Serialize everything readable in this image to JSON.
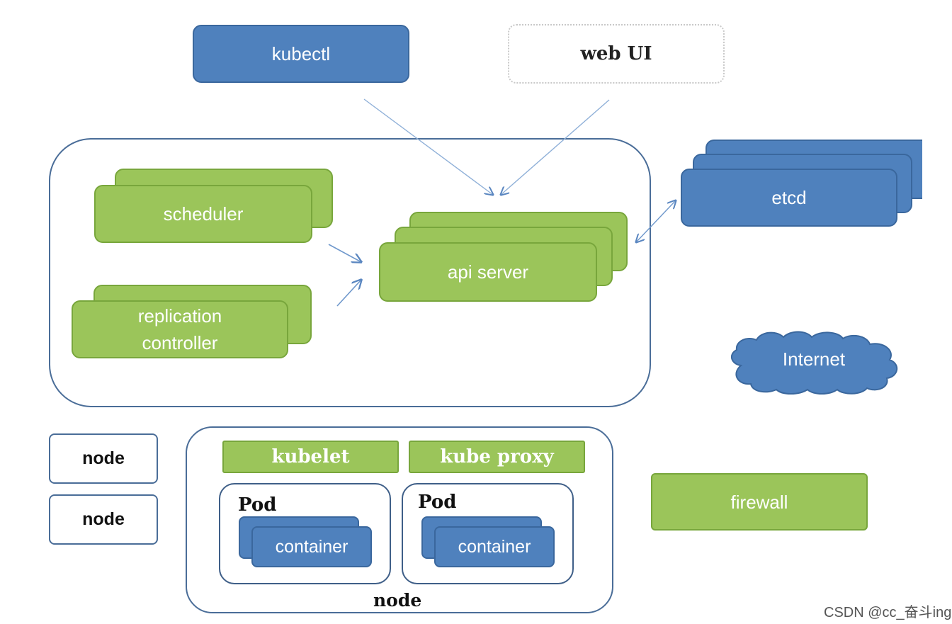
{
  "labels": {
    "kubectl": "kubectl",
    "web_ui": "web UI",
    "scheduler": "scheduler",
    "replication_line1": "replication",
    "replication_line2": "controller",
    "api_server": "api server",
    "etcd": "etcd",
    "internet": "Internet",
    "node_1": "node",
    "node_2": "node",
    "kubelet": "kubelet",
    "kube_proxy": "kube proxy",
    "pod_1": "Pod",
    "pod_2": "Pod",
    "container_1": "container",
    "container_2": "container",
    "node_main": "node",
    "firewall": "firewall"
  },
  "watermark": "CSDN @cc_奋斗ing",
  "colors": {
    "blue": "#4f81bd",
    "green": "#9bc55a",
    "outline": "#4a6d98"
  }
}
